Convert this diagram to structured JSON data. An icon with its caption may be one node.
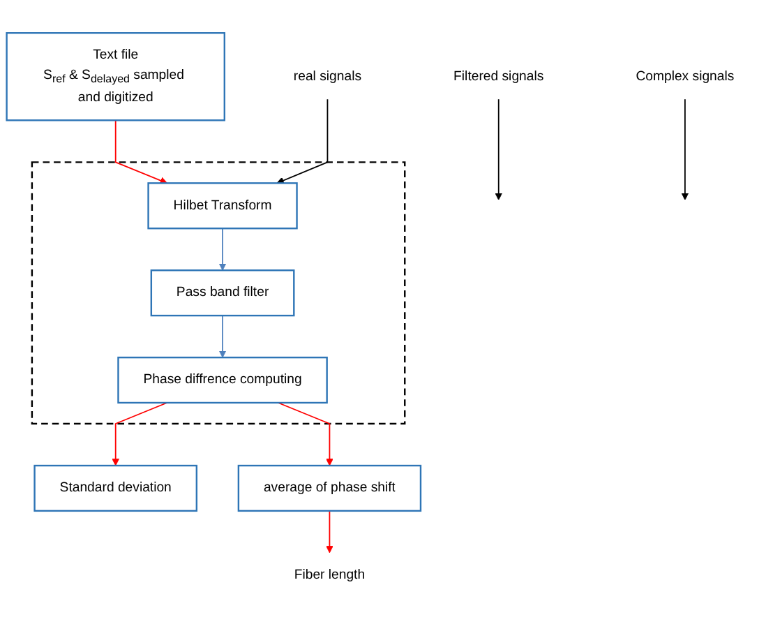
{
  "diagram": {
    "nodes": [
      {
        "text": [
          "Text file",
          "S$_{ref}$ & S$_{delayed}$ sampled and digitized"
        ]
      },
      {
        "text": [],
        "shape": "box"
      },
      {
        "text": [
          "Hilbet Transform"
        ],
        "in": 1
      },
      {
        "text": [
          "Pass band filter"
        ],
        "in": 1
      },
      {
        "text": [
          "Phase diffrence computing"
        ],
        "in": 1
      },
      {
        "text": [
          "Standard deviation"
        ]
      },
      {
        "text": [
          "average of phase shift"
        ]
      },
      {
        "text": [
          "Fiber length"
        ]
      },
      {
        "text": [
          "real signals"
        ]
      },
      {
        "text": [
          "Filtered signals"
        ]
      },
      {
        "text": [
          "Complex signals"
        ]
      }
    ],
    "edges": [
      {
        "from": 0,
        "to": 2,
        "arrow": "to"
      },
      {
        "from": 8,
        "to": 2,
        "arrow": "to",
        "color": "#000000"
      },
      {
        "from": 2,
        "to": 3,
        "arrow": "to",
        "color": "#4f81bd"
      },
      {
        "from": 3,
        "to": 4,
        "arrow": "to",
        "color": "#4f81bd"
      },
      {
        "from": 9,
        "to": null,
        "arrow": "to",
        "color": "#000000"
      },
      {
        "from": 10,
        "to": null,
        "arrow": "to",
        "color": "#000000"
      },
      {
        "from": 4,
        "to": 5,
        "arrow": "to"
      },
      {
        "from": 4,
        "to": 6,
        "arrow": "to"
      },
      {
        "from": 6,
        "to": 7,
        "arrow": "to"
      }
    ]
  }
}
